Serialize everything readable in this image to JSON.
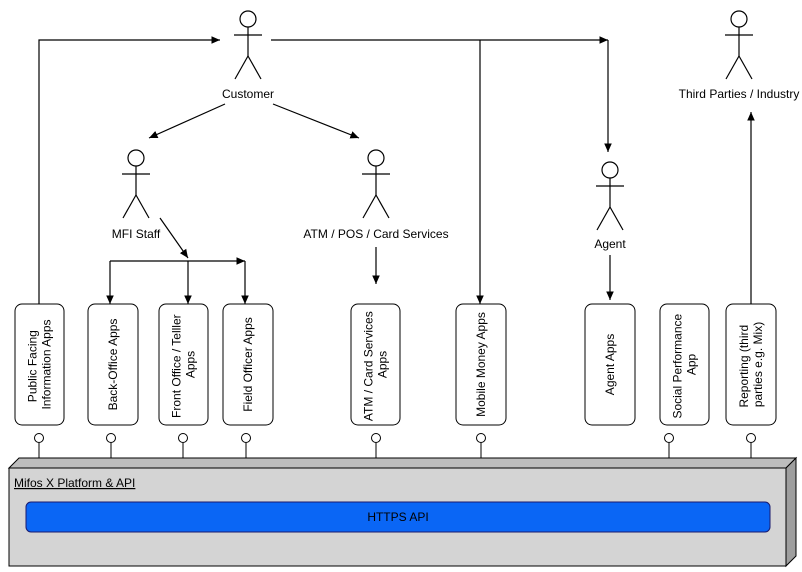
{
  "actors": {
    "customer": "Customer",
    "third_parties": "Third Parties / Industry",
    "mfi_staff": "MFI Staff",
    "atm_services": "ATM / POS / Card Services",
    "agent": "Agent"
  },
  "apps": {
    "public_facing": [
      "Public Facing",
      "Information Apps"
    ],
    "back_office": [
      "Back-Office Apps"
    ],
    "front_office": [
      "Front Office / Telller",
      "Apps"
    ],
    "field_officer": [
      "Field Officer Apps"
    ],
    "atm_card": [
      "ATM / Card Services",
      "Apps"
    ],
    "mobile_money": [
      "Mobile Money Apps"
    ],
    "agent_apps": [
      "Agent Apps"
    ],
    "social_performance": [
      "Social Performance",
      "App"
    ],
    "reporting": [
      "Reporting (third",
      "parties e.g. Mix)"
    ]
  },
  "platform": {
    "title": "Mifos X Platform & API",
    "api_label": "HTTPS API"
  },
  "colors": {
    "platform_fill": "#d4d4d4",
    "api_fill": "#0a66f5"
  }
}
